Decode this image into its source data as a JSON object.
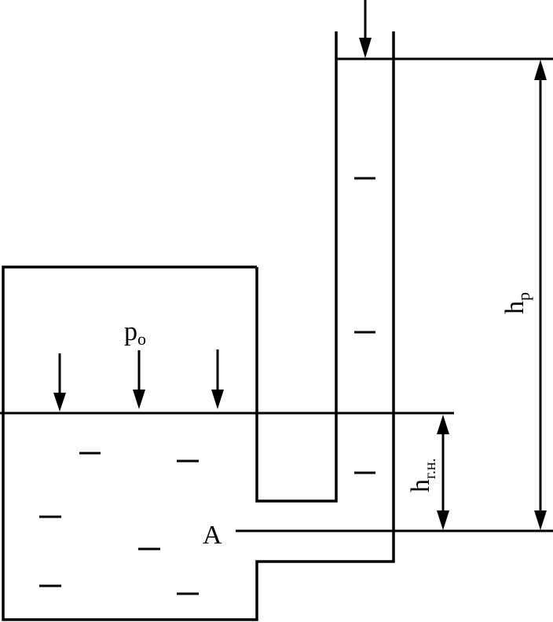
{
  "labels": {
    "surface_pressure": "p",
    "surface_pressure_sub": "o",
    "point": "A",
    "piezometric_height": "h",
    "piezometric_height_sub": "p",
    "depth_height": "h",
    "depth_height_sub": "г.н."
  },
  "colors": {
    "stroke": "#000000",
    "background": "#ffffff"
  }
}
